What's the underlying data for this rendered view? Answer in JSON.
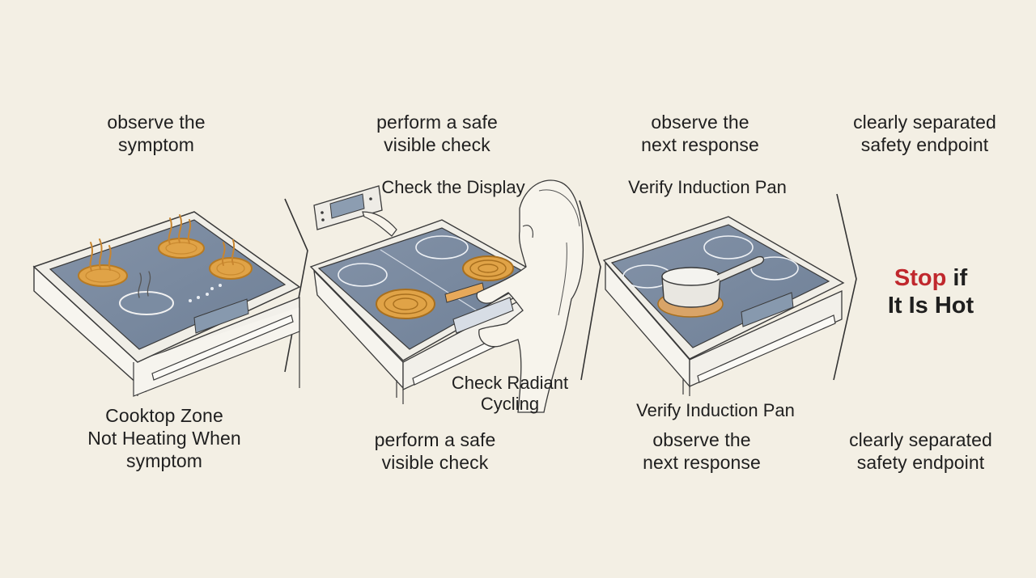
{
  "panels": [
    {
      "top_caption": "observe the\nsymptom",
      "bottom_caption": "Cooktop Zone\nNot Heating When\nsymptom"
    },
    {
      "top_caption": "perform a safe\nvisible check",
      "label_display": "Check the Display",
      "label_radiant": "Check Radiant\nCycling",
      "bottom_caption": "perform a safe\nvisible check"
    },
    {
      "top_caption": "observe the\nnext response",
      "label_pan_top": "Verify Induction Pan",
      "label_pan_bottom": "Verify Induction Pan",
      "bottom_caption": "observe the\nnext response"
    },
    {
      "top_caption": "clearly separated\nsafety endpoint",
      "stop_word": "Stop",
      "stop_rest": " if",
      "stop_line2": "It Is Hot",
      "bottom_caption": "clearly separated\nsafety endpoint"
    }
  ],
  "colors": {
    "background": "#f3efe4",
    "glass": "#7d8da3",
    "hot_burner": "#e0a347",
    "stop_red": "#c0282d"
  }
}
